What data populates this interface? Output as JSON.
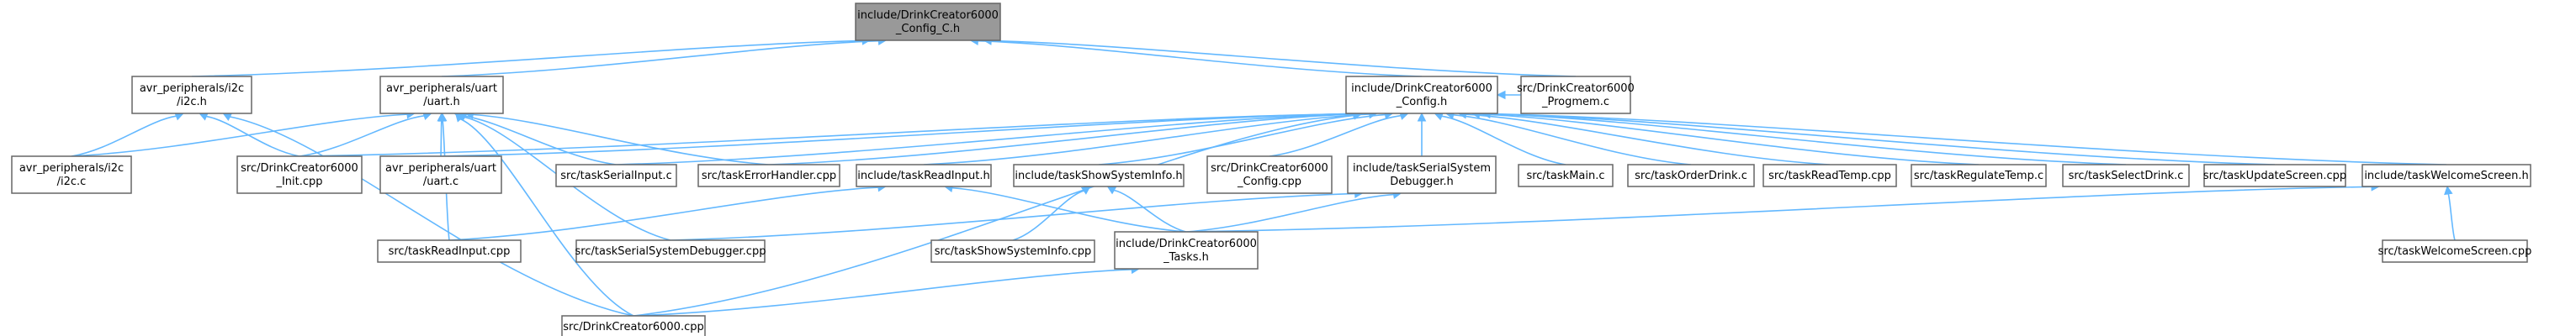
{
  "graph": {
    "edge_color": "#63b8ff",
    "focus_fill": "#999999",
    "nodes": [
      {
        "id": "n0",
        "lines": [
          "include/DrinkCreator6000",
          "_Config_C.h"
        ],
        "focus": true
      },
      {
        "id": "n1",
        "lines": [
          "avr_peripherals/i2c",
          "/i2c.h"
        ]
      },
      {
        "id": "n2",
        "lines": [
          "avr_peripherals/uart",
          "/uart.h"
        ]
      },
      {
        "id": "n3",
        "lines": [
          "include/DrinkCreator6000",
          "_Config.h"
        ]
      },
      {
        "id": "n4",
        "lines": [
          "src/DrinkCreator6000",
          "_Progmem.c"
        ]
      },
      {
        "id": "n5",
        "lines": [
          "avr_peripherals/i2c",
          "/i2c.c"
        ]
      },
      {
        "id": "n6",
        "lines": [
          "src/DrinkCreator6000",
          "_Init.cpp"
        ]
      },
      {
        "id": "n7",
        "lines": [
          "avr_peripherals/uart",
          "/uart.c"
        ]
      },
      {
        "id": "n8",
        "lines": [
          "src/taskSerialInput.c"
        ]
      },
      {
        "id": "n9",
        "lines": [
          "src/taskErrorHandler.cpp"
        ]
      },
      {
        "id": "n10",
        "lines": [
          "include/taskReadInput.h"
        ]
      },
      {
        "id": "n11",
        "lines": [
          "include/taskShowSystemInfo.h"
        ]
      },
      {
        "id": "n12",
        "lines": [
          "src/DrinkCreator6000",
          "_Config.cpp"
        ]
      },
      {
        "id": "n13",
        "lines": [
          "include/taskSerialSystem",
          "Debugger.h"
        ]
      },
      {
        "id": "n14",
        "lines": [
          "src/taskMain.c"
        ]
      },
      {
        "id": "n15",
        "lines": [
          "src/taskOrderDrink.c"
        ]
      },
      {
        "id": "n16",
        "lines": [
          "src/taskReadTemp.cpp"
        ]
      },
      {
        "id": "n17",
        "lines": [
          "src/taskRegulateTemp.c"
        ]
      },
      {
        "id": "n18",
        "lines": [
          "src/taskSelectDrink.c"
        ]
      },
      {
        "id": "n19",
        "lines": [
          "src/taskUpdateScreen.cpp"
        ]
      },
      {
        "id": "n20",
        "lines": [
          "include/taskWelcomeScreen.h"
        ]
      },
      {
        "id": "n21",
        "lines": [
          "src/taskReadInput.cpp"
        ]
      },
      {
        "id": "n22",
        "lines": [
          "src/taskSerialSystemDebugger.cpp"
        ]
      },
      {
        "id": "n23",
        "lines": [
          "src/taskShowSystemInfo.cpp"
        ]
      },
      {
        "id": "n24",
        "lines": [
          "include/DrinkCreator6000",
          "_Tasks.h"
        ]
      },
      {
        "id": "n25",
        "lines": [
          "src/taskWelcomeScreen.cpp"
        ]
      },
      {
        "id": "n26",
        "lines": [
          "src/DrinkCreator6000.cpp"
        ]
      }
    ],
    "edges": [
      [
        "n1",
        "n0"
      ],
      [
        "n2",
        "n0"
      ],
      [
        "n3",
        "n0"
      ],
      [
        "n4",
        "n0"
      ],
      [
        "n5",
        "n1"
      ],
      [
        "n6",
        "n1"
      ],
      [
        "n26",
        "n1"
      ],
      [
        "n5",
        "n2"
      ],
      [
        "n6",
        "n2"
      ],
      [
        "n7",
        "n2"
      ],
      [
        "n8",
        "n2"
      ],
      [
        "n9",
        "n2"
      ],
      [
        "n21",
        "n2"
      ],
      [
        "n22",
        "n2"
      ],
      [
        "n26",
        "n2"
      ],
      [
        "n4",
        "n3"
      ],
      [
        "n6",
        "n3"
      ],
      [
        "n7",
        "n3"
      ],
      [
        "n8",
        "n3"
      ],
      [
        "n9",
        "n3"
      ],
      [
        "n10",
        "n3"
      ],
      [
        "n11",
        "n3"
      ],
      [
        "n12",
        "n3"
      ],
      [
        "n13",
        "n3"
      ],
      [
        "n14",
        "n3"
      ],
      [
        "n15",
        "n3"
      ],
      [
        "n16",
        "n3"
      ],
      [
        "n17",
        "n3"
      ],
      [
        "n18",
        "n3"
      ],
      [
        "n19",
        "n3"
      ],
      [
        "n20",
        "n3"
      ],
      [
        "n26",
        "n3"
      ],
      [
        "n21",
        "n10"
      ],
      [
        "n24",
        "n10"
      ],
      [
        "n23",
        "n11"
      ],
      [
        "n24",
        "n11"
      ],
      [
        "n22",
        "n13"
      ],
      [
        "n24",
        "n13"
      ],
      [
        "n24",
        "n20"
      ],
      [
        "n25",
        "n20"
      ],
      [
        "n26",
        "n24"
      ]
    ]
  }
}
